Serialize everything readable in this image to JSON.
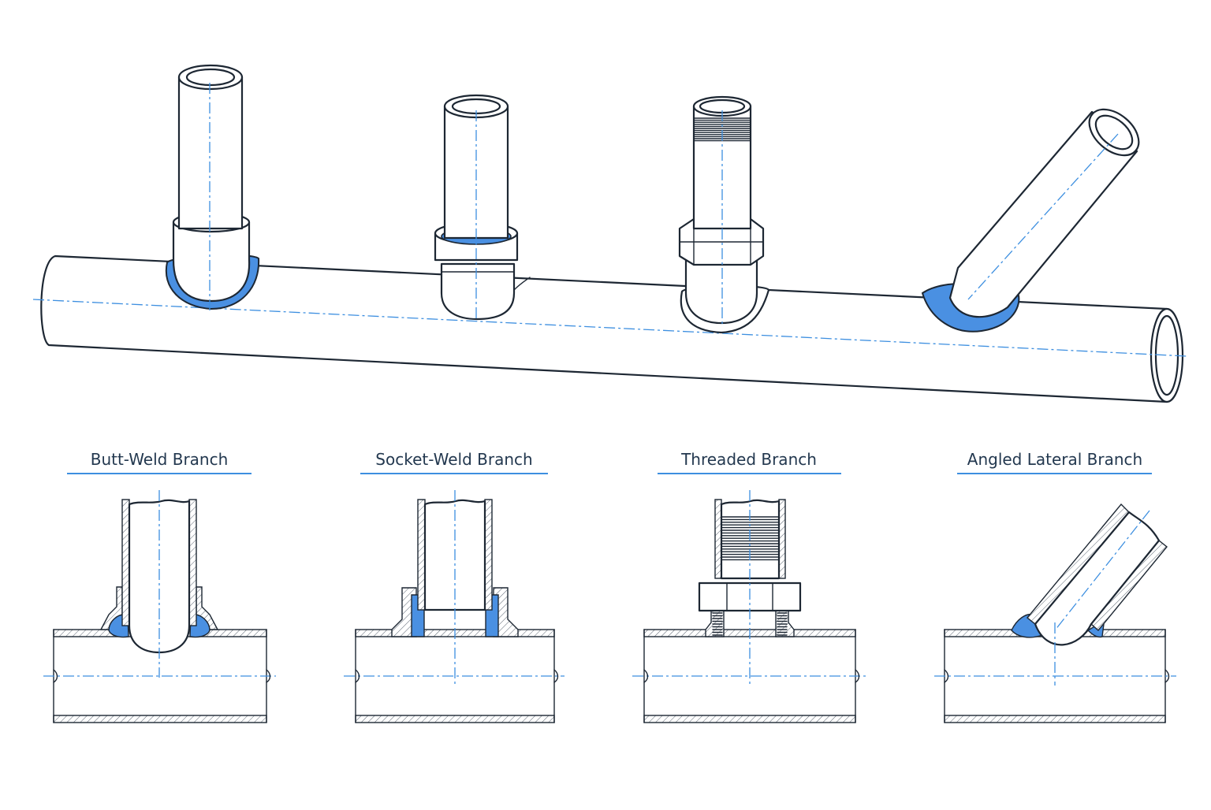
{
  "diagram": {
    "title": "",
    "colors": {
      "outline": "#1d2733",
      "accent": "#3d8fe0",
      "weld_fill": "#4a90e2",
      "caption_text": "#23384f",
      "caption_rule": "#3d8fe0"
    },
    "branches": [
      {
        "id": "butt-weld",
        "label": "Butt-Weld Branch"
      },
      {
        "id": "socket-weld",
        "label": "Socket-Weld Branch"
      },
      {
        "id": "threaded",
        "label": "Threaded Branch"
      },
      {
        "id": "angled-lateral",
        "label": "Angled Lateral Branch"
      }
    ]
  }
}
